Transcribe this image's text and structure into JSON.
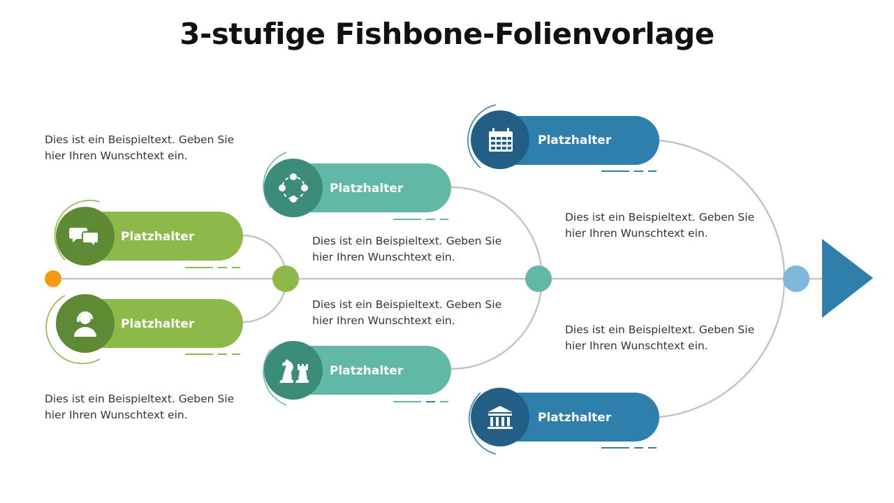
{
  "title": "3-stufige Fishbone-Folienvorlage",
  "colors": {
    "green": "#8db84a",
    "green_dark": "#5f8a35",
    "teal": "#62b8a6",
    "teal_dark": "#3b8c79",
    "blue": "#2f7fad",
    "blue_dark": "#235e86",
    "light_blue": "#7db8dc",
    "orange": "#f39c12",
    "line": "#c4c4c4"
  },
  "stages": [
    {
      "name": "stage-1",
      "top": {
        "label": "Platzhalter",
        "icon": "chat-bubbles-icon"
      },
      "bottom": {
        "label": "Platzhalter",
        "icon": "headset-user-icon"
      },
      "text_top": {
        "line1": "Dies ist ein Beispieltext. Geben Sie",
        "line2": "hier Ihren Wunschtext ein."
      },
      "text_bottom": {
        "line1": "Dies ist ein Beispieltext. Geben Sie",
        "line2": "hier Ihren Wunschtext ein."
      }
    },
    {
      "name": "stage-2",
      "top": {
        "label": "Platzhalter",
        "icon": "network-circle-icon"
      },
      "bottom": {
        "label": "Platzhalter",
        "icon": "chess-pieces-icon"
      },
      "text_top": {
        "line1": "Dies ist ein Beispieltext. Geben Sie",
        "line2": "hier Ihren Wunschtext ein."
      },
      "text_bottom": {
        "line1": "Dies ist ein Beispieltext. Geben Sie",
        "line2": "hier Ihren Wunschtext ein."
      }
    },
    {
      "name": "stage-3",
      "top": {
        "label": "Platzhalter",
        "icon": "calendar-icon"
      },
      "bottom": {
        "label": "Platzhalter",
        "icon": "bank-building-icon"
      },
      "text_top": {
        "line1": "Dies ist ein Beispieltext. Geben Sie",
        "line2": "hier Ihren Wunschtext ein."
      },
      "text_bottom": {
        "line1": "Dies ist ein Beispieltext. Geben Sie",
        "line2": "hier Ihren Wunschtext ein."
      }
    }
  ]
}
